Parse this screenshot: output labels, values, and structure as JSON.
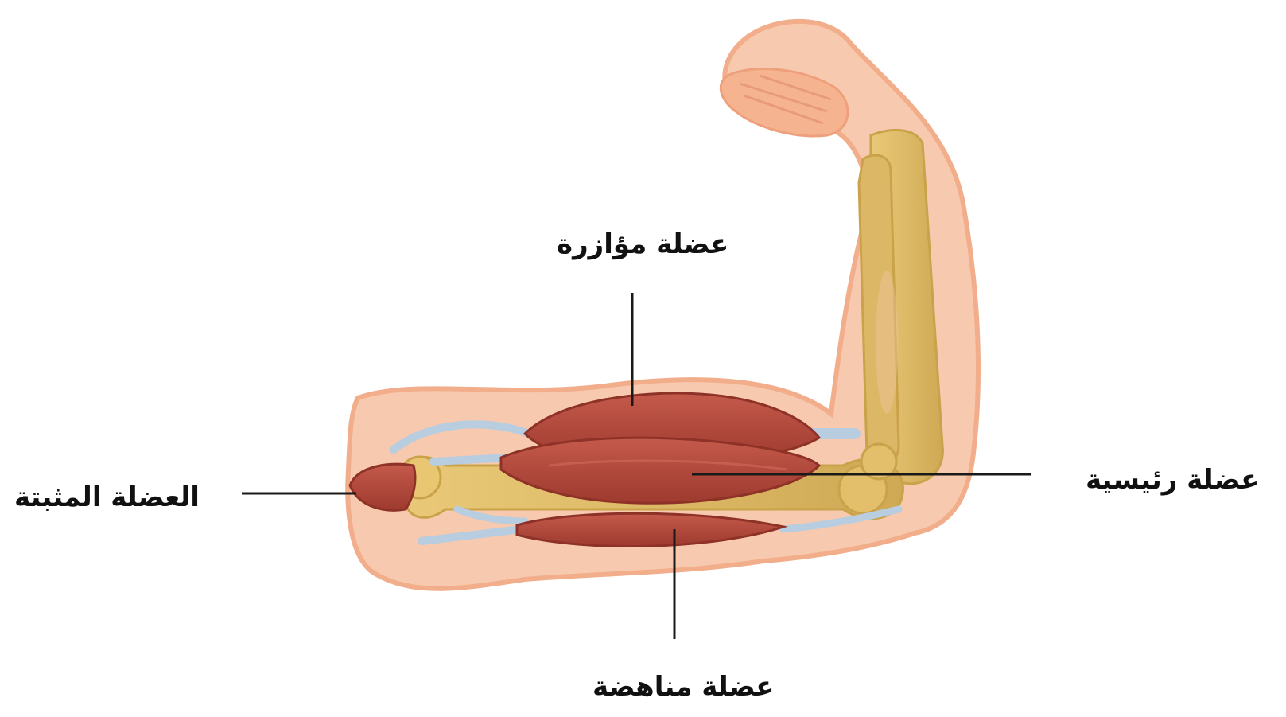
{
  "diagram": {
    "labels": {
      "synergist": "عضلة مؤازرة",
      "agonist": "عضلة رئيسية",
      "fixator": "العضلة المثبتة",
      "antagonist": "عضلة مناهضة"
    },
    "colors": {
      "skin": "#f6c3a6",
      "skin_outline": "#f3ad8a",
      "bone": "#e6c16a",
      "bone_shade": "#c9a24a",
      "muscle": "#b94a3c",
      "muscle_dark": "#9e3a2f",
      "tendon": "#b8cde0",
      "leader_line": "#1a1a1a"
    }
  }
}
